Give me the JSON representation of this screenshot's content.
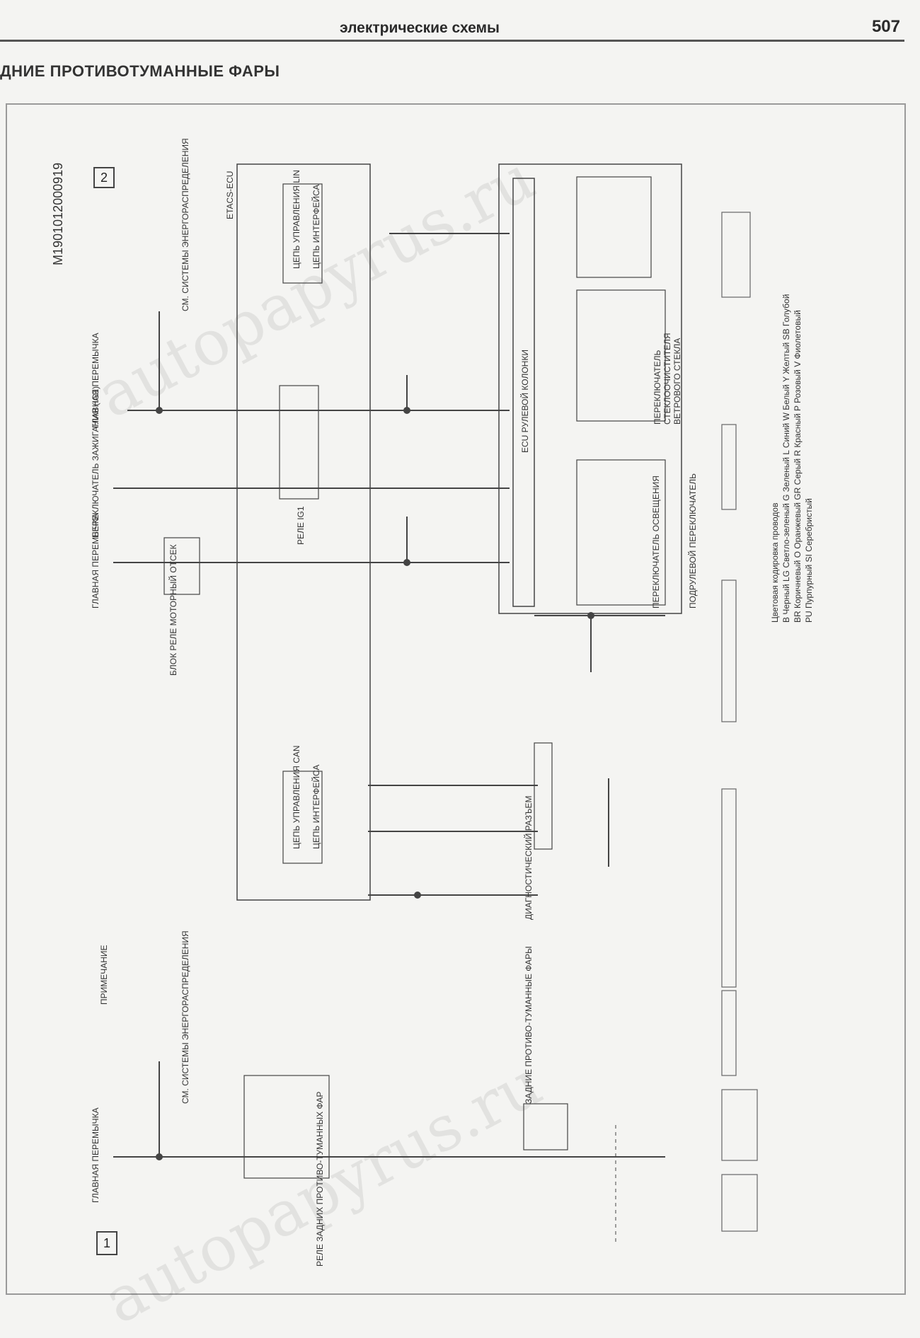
{
  "header": {
    "title": "электрические схемы",
    "page_number": "507",
    "section": "ДНИЕ ПРОТИВОТУМАННЫЕ ФАРЫ"
  },
  "diagram": {
    "code": "M1901012000919",
    "page_box_1": "1",
    "page_box_2": "2",
    "ecu": "ETACS-ECU",
    "labels": {
      "main_jumper_a": "ГЛАВНАЯ ПЕРЕМЫЧКА",
      "main_jumper_b": "ГЛАВНАЯ ПЕРЕМЫЧКА",
      "main_jumper_c": "ГЛАВНАЯ ПЕРЕМЫЧКА",
      "ignition_switch": "ПЕРЕКЛЮЧАТЕЛЬ ЗАЖИГАНИЯ (IG1)",
      "relay_block": "БЛОК РЕЛЕ МОТОРНЫЙ ОТСЕК",
      "relay_ig1": "РЕЛЕ IG1",
      "rear_fog_relay": "РЕЛЕ ЗАДНИХ ПРОТИВО-ТУМАННЫХ ФАР",
      "rear_fog_lamps": "ЗАДНИЕ ПРОТИВО-ТУМАННЫЕ ФАРЫ",
      "diag_connector": "ДИАГНОСТИЧЕСКИЙ РАЗЪЕМ",
      "column_ecu": "ECU РУЛЕВОЙ КОЛОНКИ",
      "column_switch": "ПОДРУЛЕВОЙ ПЕРЕКЛЮЧАТЕЛЬ",
      "lighting_switch": "ПЕРЕКЛЮЧАТЕЛЬ ОСВЕЩЕНИЯ",
      "wiper_switch": "ПЕРЕКЛЮЧАТЕЛЬ СТЕКЛООЧИСТИТЕЛЯ ВЕТРОВОГО СТЕКЛА",
      "lin_control": "ЦЕПЬ УПРАВЛЕНИЯ LIN",
      "lin_interface": "ЦЕПЬ ИНТЕРФЕЙСА",
      "can_control": "ЦЕПЬ УПРАВЛЕНИЯ CAN",
      "can_interface": "ЦЕПЬ ИНТЕРФЕЙСА",
      "power_system_a": "СМ. СИСТЕМЫ ЭНЕРГОРАСПРЕДЕЛЕНИЯ",
      "power_system_b": "СМ. СИСТЕМЫ ЭНЕРГОРАСПРЕДЕЛЕНИЯ",
      "note_head": "ПРИМЕЧАНИЕ",
      "wire_colors_head": "Цветовая кодировка проводов",
      "wire_colors_1": "B Черный   LG Светло-зеленый   G Зеленый   L Синий   W Белый   Y Желтый   SB Голубой",
      "wire_colors_2": "BR Коричневый   O Оранжевый   GR Серый   R Красный   P Розовый   V Фиолетовый",
      "wire_colors_3": "PU Пурпурный   SI Серебристый"
    }
  },
  "watermark": "autopapyrus.ru"
}
